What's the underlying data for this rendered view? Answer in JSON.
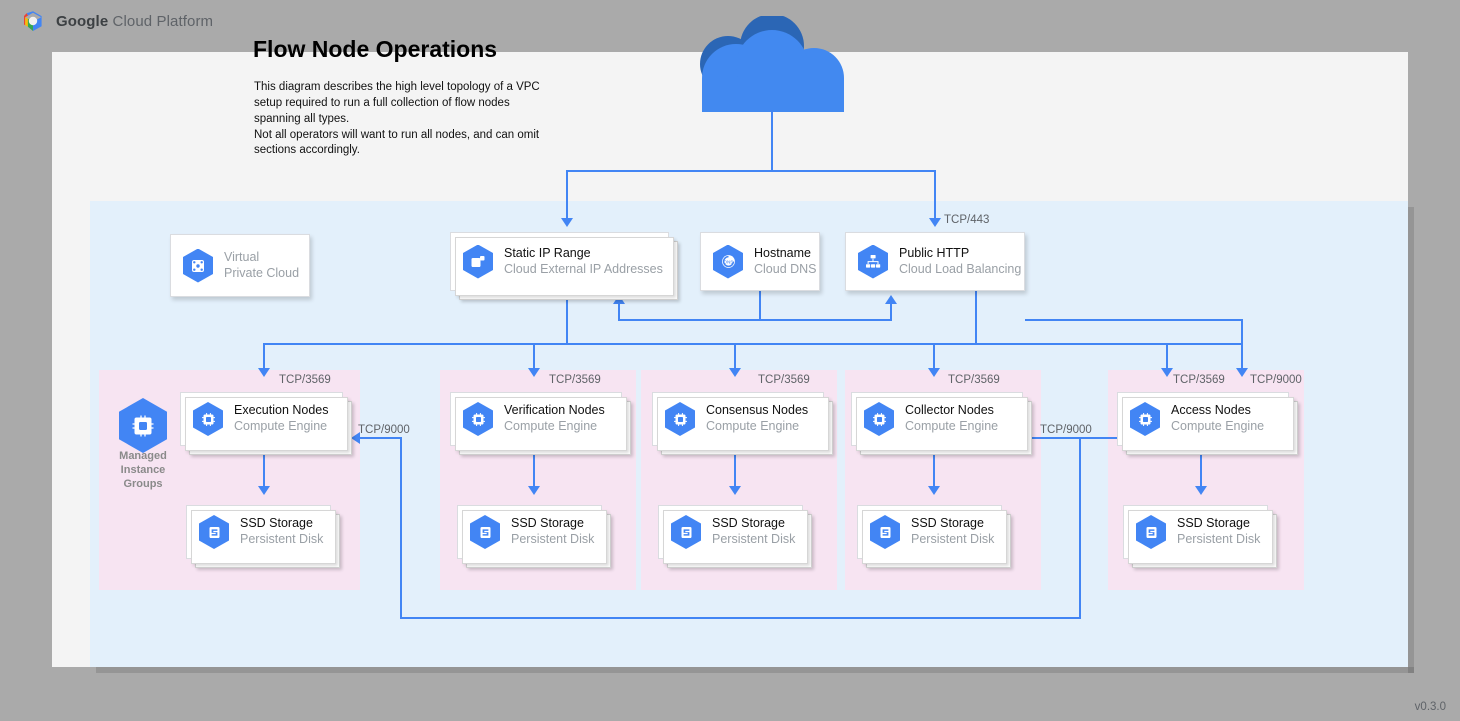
{
  "header": {
    "brand_bold": "Google",
    "brand_rest": " Cloud Platform",
    "logo_icon": "google-cloud-logo"
  },
  "diagram": {
    "title": "Flow Node Operations",
    "description": "This diagram describes the high level topology of a VPC setup required to run a full collection of flow nodes spanning all types.\nNot all operators will want to run all nodes, and can omit sections accordingly.",
    "version": "v0.3.0",
    "colors": {
      "accent": "#4285f4",
      "vpc_region": "#e3f0fb",
      "node_group": "#f7e4f2",
      "canvas": "#f4f4f4",
      "page_background": "#aaaaaa",
      "muted_text": "#9aa0a6"
    }
  },
  "internet": {
    "icon": "cloud-icon",
    "label": ""
  },
  "infra_nodes": [
    {
      "id": "vpc",
      "title": "Virtual",
      "subtitle": "Private Cloud",
      "icon": "virtual-private-cloud-icon",
      "muted": true
    },
    {
      "id": "static-ip",
      "title": "Static IP Range",
      "subtitle": "Cloud External IP Addresses",
      "icon": "static-ip-icon",
      "muted": false
    },
    {
      "id": "hostname",
      "title": "Hostname",
      "subtitle": "Cloud DNS",
      "icon": "cloud-dns-icon",
      "muted": false
    },
    {
      "id": "public-http",
      "title": "Public HTTP",
      "subtitle": "Cloud Load Balancing",
      "icon": "load-balancing-icon",
      "muted": false
    }
  ],
  "group_label": {
    "line1": "Managed",
    "line2": "Instance",
    "line3": "Groups",
    "icon": "managed-instance-group-icon"
  },
  "node_groups": [
    {
      "id": "execution",
      "node_title": "Execution Nodes",
      "node_subtitle": "Compute Engine",
      "storage_title": "SSD Storage",
      "storage_subtitle": "Persistent Disk",
      "ingress_port": "TCP/3569",
      "node_icon": "compute-engine-icon",
      "storage_icon": "persistent-disk-icon"
    },
    {
      "id": "verification",
      "node_title": "Verification Nodes",
      "node_subtitle": "Compute Engine",
      "storage_title": "SSD Storage",
      "storage_subtitle": "Persistent Disk",
      "ingress_port": "TCP/3569",
      "node_icon": "compute-engine-icon",
      "storage_icon": "persistent-disk-icon"
    },
    {
      "id": "consensus",
      "node_title": "Consensus Nodes",
      "node_subtitle": "Compute Engine",
      "storage_title": "SSD Storage",
      "storage_subtitle": "Persistent Disk",
      "ingress_port": "TCP/3569",
      "node_icon": "compute-engine-icon",
      "storage_icon": "persistent-disk-icon"
    },
    {
      "id": "collector",
      "node_title": "Collector Nodes",
      "node_subtitle": "Compute Engine",
      "storage_title": "SSD Storage",
      "storage_subtitle": "Persistent Disk",
      "ingress_port": "TCP/3569",
      "node_icon": "compute-engine-icon",
      "storage_icon": "persistent-disk-icon"
    },
    {
      "id": "access",
      "node_title": "Access Nodes",
      "node_subtitle": "Compute Engine",
      "storage_title": "SSD Storage",
      "storage_subtitle": "Persistent Disk",
      "ingress_port": "TCP/3569",
      "node_icon": "compute-engine-icon",
      "storage_icon": "persistent-disk-icon"
    }
  ],
  "connector_labels": {
    "lb_ingress": "TCP/443",
    "access_extra_ingress": "TCP/9000",
    "access_to_collector": "TCP/9000",
    "access_to_execution": "TCP/9000"
  }
}
